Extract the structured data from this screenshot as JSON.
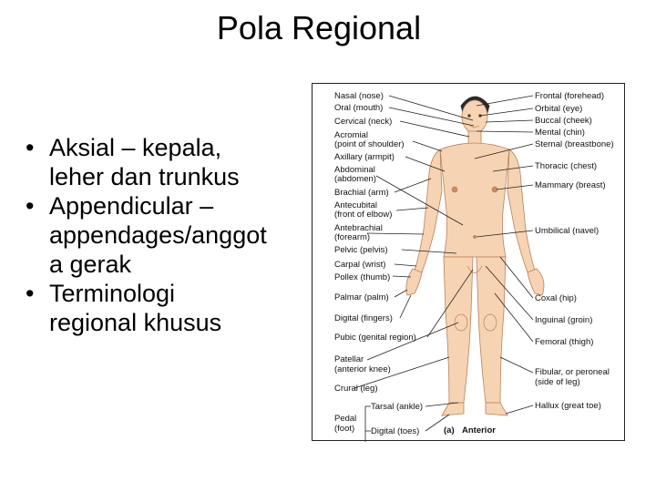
{
  "slide": {
    "title": "Pola Regional",
    "bullets": [
      {
        "line1": "Aksial – kepala,",
        "line2": "leher dan trunkus"
      },
      {
        "line1": "Appendicular –",
        "line2": "appendages/anggot",
        "line3": "a gerak"
      },
      {
        "line1": "Terminologi",
        "line2": "regional khusus"
      }
    ]
  },
  "figure": {
    "caption_letter": "(a)",
    "caption_word": "Anterior",
    "left_labels": [
      "Nasal (nose)",
      "Oral (mouth)",
      "Cervical (neck)",
      "Acromial",
      "(point of shoulder)",
      "Axillary (armpit)",
      "Abdominal",
      "(abdomen)",
      "Brachial (arm)",
      "Antecubital",
      "(front of elbow)",
      "Antebrachial",
      "(forearm)",
      "Pelvic (pelvis)",
      "Carpal (wrist)",
      "Pollex (thumb)",
      "Palmar (palm)",
      "Digital (fingers)",
      "Pubic (genital region)",
      "Patellar",
      "(anterior knee)",
      "Crural (leg)",
      "Tarsal (ankle)",
      "Pedal",
      "(foot)",
      "Digital (toes)"
    ],
    "right_labels": [
      "Frontal (forehead)",
      "Orbital (eye)",
      "Buccal (cheek)",
      "Mental (chin)",
      "Sternal (breastbone)",
      "Thoracic (chest)",
      "Mammary (breast)",
      "Umbilical (navel)",
      "Coxal (hip)",
      "Inguinal (groin)",
      "Femoral (thigh)",
      "Fibular, or peroneal",
      "(side of leg)",
      "Hallux (great toe)"
    ]
  }
}
